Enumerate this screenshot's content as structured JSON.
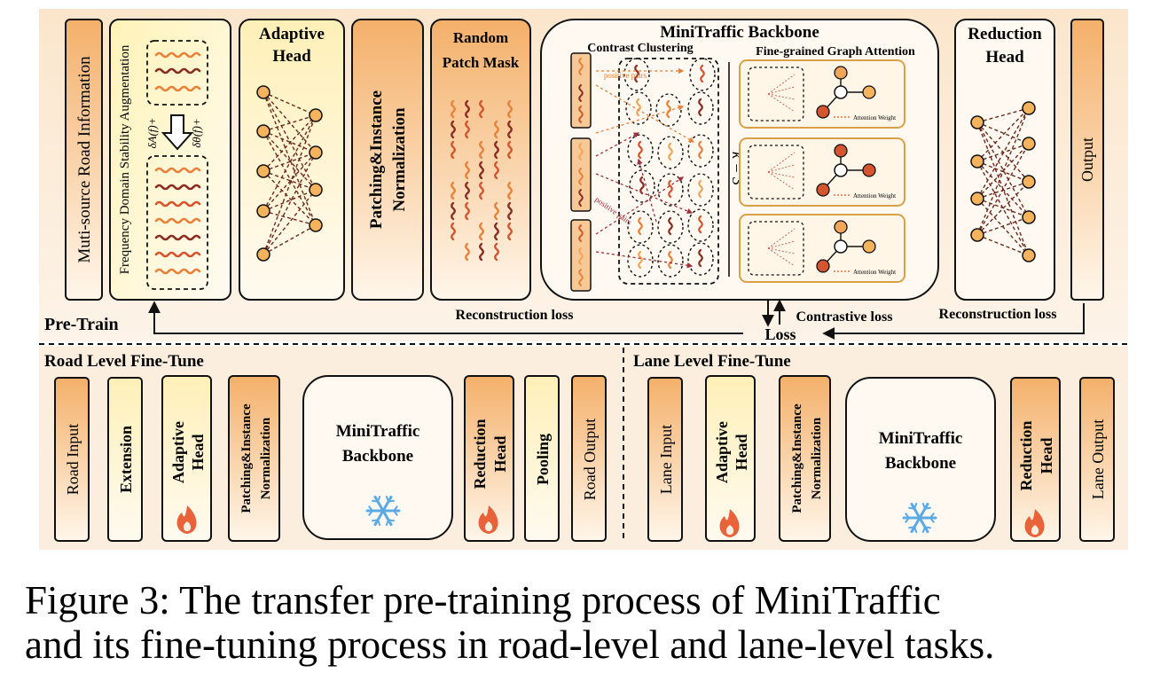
{
  "pretrain": {
    "section_label": "Pre-Train",
    "input_label": "Muti-source Road Information",
    "augment_label": "Frequency Domain Stability Augmentation",
    "delta_a": "δA(f)+",
    "delta_theta": "δθ(f)+",
    "adaptive_head_line1": "Adaptive",
    "adaptive_head_line2": "Head",
    "patching_line1": "Patching&Instance",
    "patching_line2": "Normalization",
    "random_mask_line1": "Random",
    "random_mask_line2": "Patch Mask",
    "backbone_title": "MiniTraffic Backbone",
    "contrast_title": "Contrast Clustering",
    "graph_title": "Fine-grained Graph Attention",
    "positive_pairs": "positive pairs",
    "k_label": "k = 3",
    "attention_weight": "Attention Weight",
    "reduction_head_line1": "Reduction",
    "reduction_head_line2": "Head",
    "output_label": "Output",
    "recon_loss_left": "Reconstruction loss",
    "contrastive_loss": "Contrastive loss",
    "recon_loss_right": "Reconstruction loss",
    "loss_label": "Loss"
  },
  "road_finetune": {
    "title": "Road Level Fine-Tune",
    "road_input": "Road Input",
    "extension": "Extension",
    "adaptive_line1": "Adaptive",
    "adaptive_line2": "Head",
    "patching_line1": "Patching&Instance",
    "patching_line2": "Normalization",
    "backbone_line1": "MiniTraffic",
    "backbone_line2": "Backbone",
    "reduction_line1": "Reduction",
    "reduction_line2": "Head",
    "pooling": "Pooling",
    "road_output": "Road Output"
  },
  "lane_finetune": {
    "title": "Lane Level Fine-Tune",
    "lane_input": "Lane Input",
    "adaptive_line1": "Adaptive",
    "adaptive_line2": "Head",
    "patching_line1": "Patching&Instance",
    "patching_line2": "Normalization",
    "backbone_line1": "MiniTraffic",
    "backbone_line2": "Backbone",
    "reduction_line1": "Reduction",
    "reduction_line2": "Head",
    "lane_output": "Lane Output"
  },
  "caption": {
    "line1": "Figure 3: The transfer pre-training process of MiniTraffic",
    "line2": "and its fine-tuning process in road-level and lane-level tasks."
  },
  "colors": {
    "panel_bg": "#fbeede",
    "box_peach": "#f7c996",
    "box_yellow": "#fff2c4",
    "node_orange": "#f6b35d",
    "wave_dark": "#8b2e22",
    "wave_orange": "#e8823a",
    "fire": "#e8623a",
    "snow": "#5aaae6"
  },
  "icons": {
    "fire": "fire-icon",
    "snowflake": "snowflake-icon"
  }
}
